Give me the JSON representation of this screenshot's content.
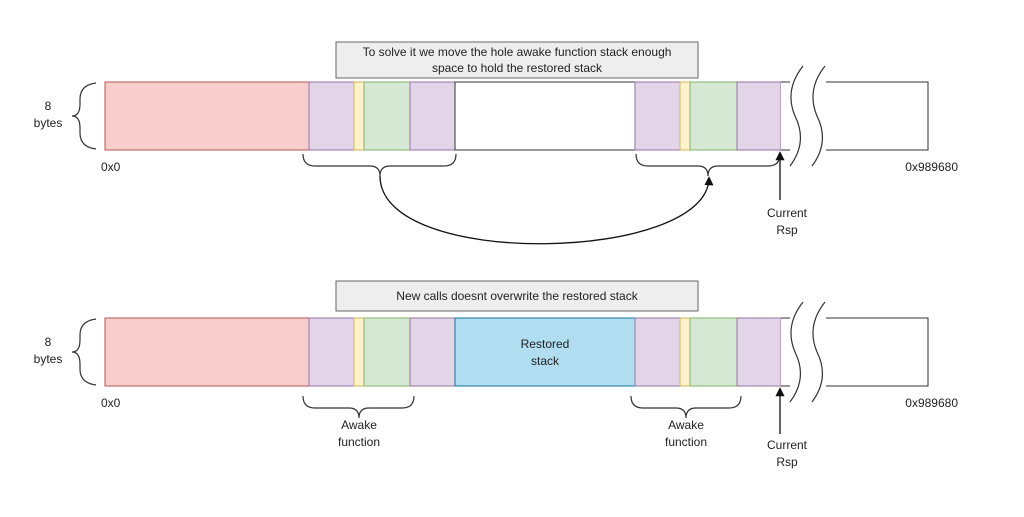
{
  "top": {
    "caption_lines": [
      "To solve it we move the hole awake function stack enough",
      "space to hold the restored stack"
    ],
    "size_label_lines": [
      "8",
      "bytes"
    ],
    "start_address": "0x0",
    "end_address": "0x989680",
    "rsp_label_lines": [
      "Current",
      "Rsp"
    ]
  },
  "bottom": {
    "caption": "New calls doesnt overwrite the restored stack",
    "size_label_lines": [
      "8",
      "bytes"
    ],
    "restored_label_lines": [
      "Restored",
      "stack"
    ],
    "awake_left_lines": [
      "Awake",
      "function"
    ],
    "awake_right_lines": [
      "Awake",
      "function"
    ],
    "start_address": "0x0",
    "end_address": "0x989680",
    "rsp_label_lines": [
      "Current",
      "Rsp"
    ]
  },
  "colors": {
    "red_fill": "#f8cecc",
    "red_stroke": "#b85450",
    "purple_fill": "#e1d5e7",
    "purple_stroke": "#9673a6",
    "yellow_fill": "#fff2cc",
    "yellow_stroke": "#d6b656",
    "green_fill": "#d5e8d4",
    "green_stroke": "#82b366",
    "blue_fill": "#b1ddf0",
    "blue_stroke": "#10739e",
    "caption_fill": "#eeeeee",
    "caption_stroke": "#666666"
  }
}
